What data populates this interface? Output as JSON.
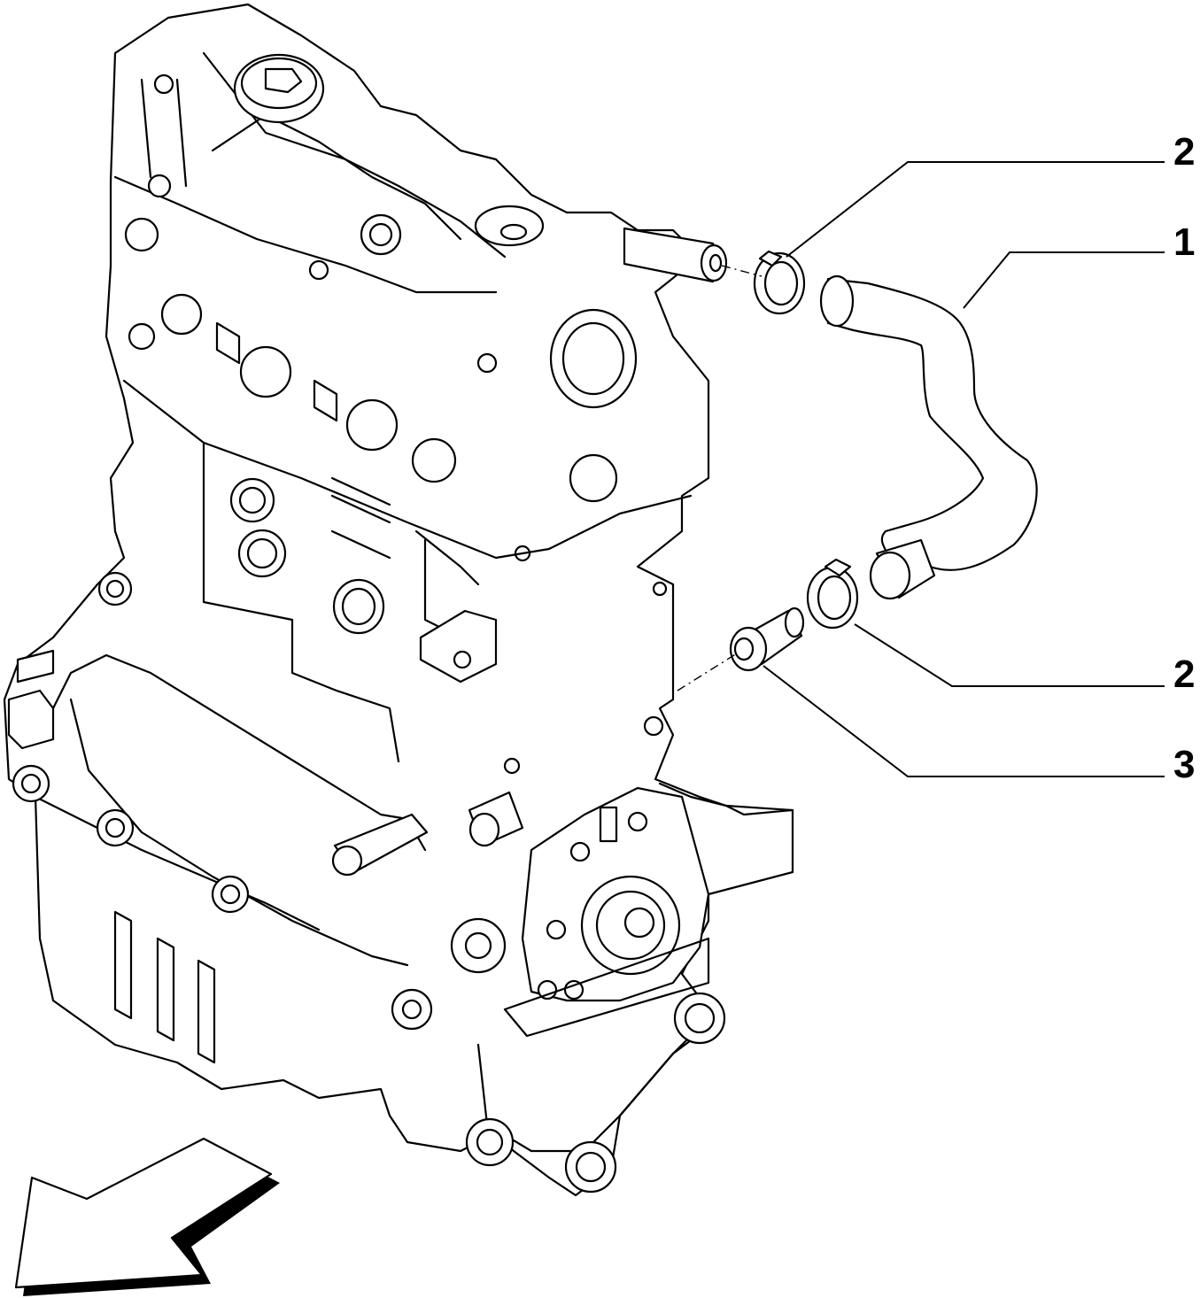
{
  "callouts": {
    "c1": "1",
    "c2a": "2",
    "c2b": "2",
    "c3": "3"
  },
  "colors": {
    "line": "#000000",
    "background": "#ffffff"
  }
}
